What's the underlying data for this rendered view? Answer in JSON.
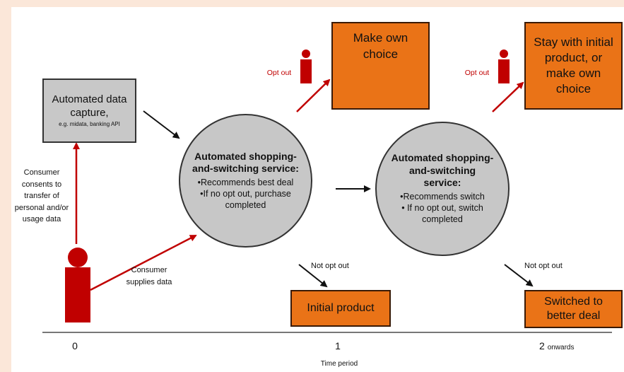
{
  "diagram": {
    "automated_data_capture": {
      "title": "Automated data capture,",
      "subtitle": "e.g. midata, banking API"
    },
    "consent_label": "Consumer consents to transfer of personal and/or usage data",
    "supplies_label": "Consumer supplies data",
    "service1": {
      "title": "Automated shopping-and-switching service:",
      "line1": "•Recommends best deal",
      "line2": "•If no opt out, purchase completed"
    },
    "service2": {
      "title": "Automated shopping-and-switching service:",
      "line1": "•Recommends switch",
      "line2": "•    If no opt out, switch completed"
    },
    "opt_out_1": "Opt out",
    "opt_out_2": "Opt out",
    "make_own_choice": "Make own choice",
    "stay_with": "Stay with initial product, or make own choice",
    "not_opt_out_1": "Not opt out",
    "not_opt_out_2": "Not opt out",
    "initial_product": "Initial product",
    "switched": "Switched to better deal",
    "timeline": {
      "ticks": [
        "0",
        "1",
        "2"
      ],
      "tick_suffix_2": "onwards",
      "axis_label": "Time period"
    },
    "colors": {
      "orange": "#ea7317",
      "red": "#c00000",
      "grey": "#c7c7c7"
    }
  }
}
